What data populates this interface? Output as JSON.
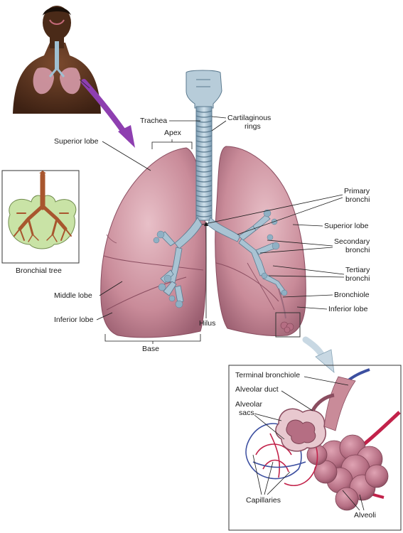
{
  "labels": {
    "trachea": "Trachea",
    "cartilaginous_rings_1": "Cartilaginous",
    "cartilaginous_rings_2": "rings",
    "apex": "Apex",
    "superior_lobe_left": "Superior lobe",
    "bronchial_tree": "Bronchial tree",
    "middle_lobe": "Middle lobe",
    "inferior_lobe_left": "Inferior lobe",
    "hilus": "Hilus",
    "base": "Base",
    "primary_bronchi_1": "Primary",
    "primary_bronchi_2": "bronchi",
    "superior_lobe_right": "Superior lobe",
    "secondary_bronchi_1": "Secondary",
    "secondary_bronchi_2": "bronchi",
    "tertiary_bronchi_1": "Tertiary",
    "tertiary_bronchi_2": "bronchi",
    "bronchiole": "Bronchiole",
    "inferior_lobe_right": "Inferior lobe",
    "terminal_bronchiole": "Terminal bronchiole",
    "alveolar_duct": "Alveolar duct",
    "alveolar_sacs_1": "Alveolar",
    "alveolar_sacs_2": "sacs",
    "capillaries": "Capillaries",
    "alveoli": "Alveoli"
  },
  "colors": {
    "lung": "#c98b99",
    "lung_light": "#e3b7c0",
    "lung_dark": "#a8667a",
    "bronchi": "#a9c3d3",
    "bronchi_dark": "#6f8fa6",
    "arrow": "#8e3fb0",
    "arrow_light": "#c8d8e3",
    "tree_green": "#c9e3a6",
    "tree_brown": "#a8562e",
    "skin": "#5a3420",
    "capillary_red": "#c2224a",
    "capillary_blue": "#3c4fa0"
  }
}
